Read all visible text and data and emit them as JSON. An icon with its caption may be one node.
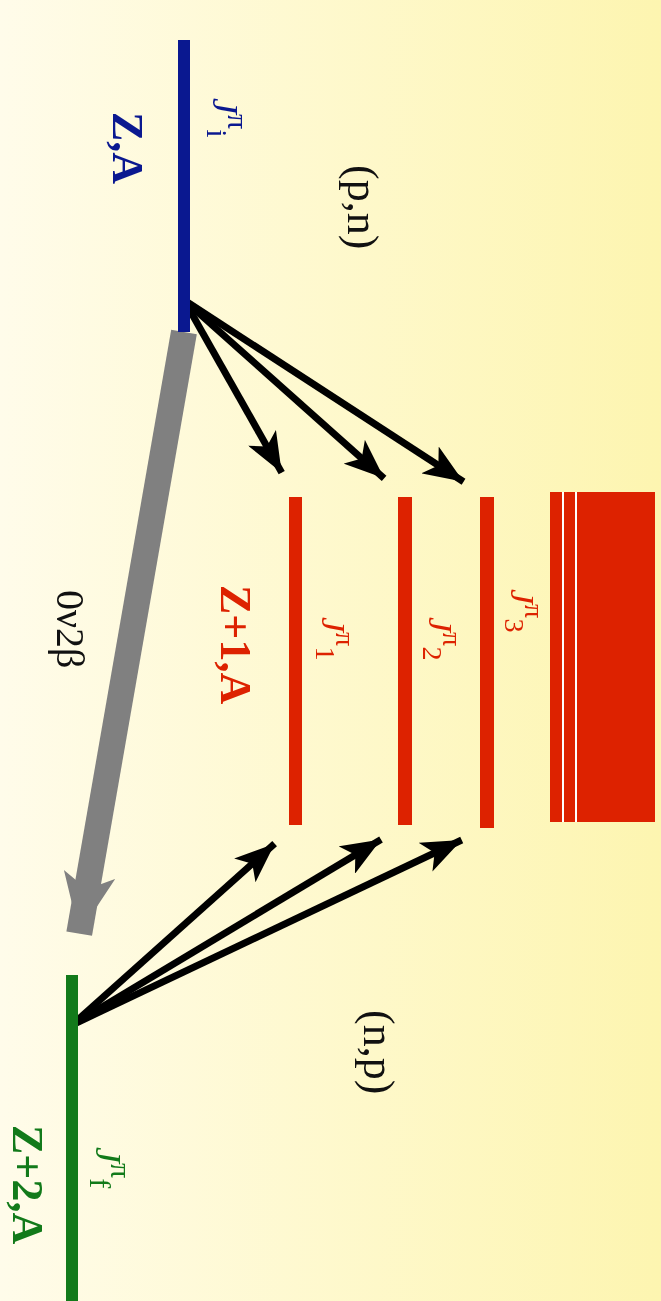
{
  "diagram": {
    "nodes": [
      {
        "text": [
          "*J*$^{π}$$_{i}$",
          "Z,A"
        ]
      },
      {
        "text": [
          "*J*$^{π}$$_{3}$"
        ]
      },
      {
        "text": [
          "*J*$^{π}$$_{2}$"
        ]
      },
      {
        "text": [
          "*J*$^{π}$$_{1}$"
        ]
      },
      {
        "text": [],
        "shape": "bar"
      },
      {
        "text": [
          "*J*$^{π}$$_{f}$",
          "Z+2,A"
        ]
      }
    ],
    "edges": [
      {
        "from": 0,
        "to": 1,
        "arrow": "to"
      },
      {
        "from": 0,
        "to": 2,
        "arrow": "to"
      },
      {
        "from": 0,
        "to": 3,
        "arrow": "to"
      },
      {
        "from": 5,
        "to": 1,
        "arrow": "to"
      },
      {
        "from": 5,
        "to": 2,
        "arrow": "to"
      },
      {
        "from": 5,
        "to": 3,
        "arrow": "to"
      },
      {
        "from": 0,
        "to": 5,
        "arrow": "to",
        "label": "0ν2β",
        "style": "thick",
        "color": "#808080"
      }
    ],
    "labels": [
      "(p,n)",
      "Z+1,A",
      "(n,p)"
    ]
  }
}
